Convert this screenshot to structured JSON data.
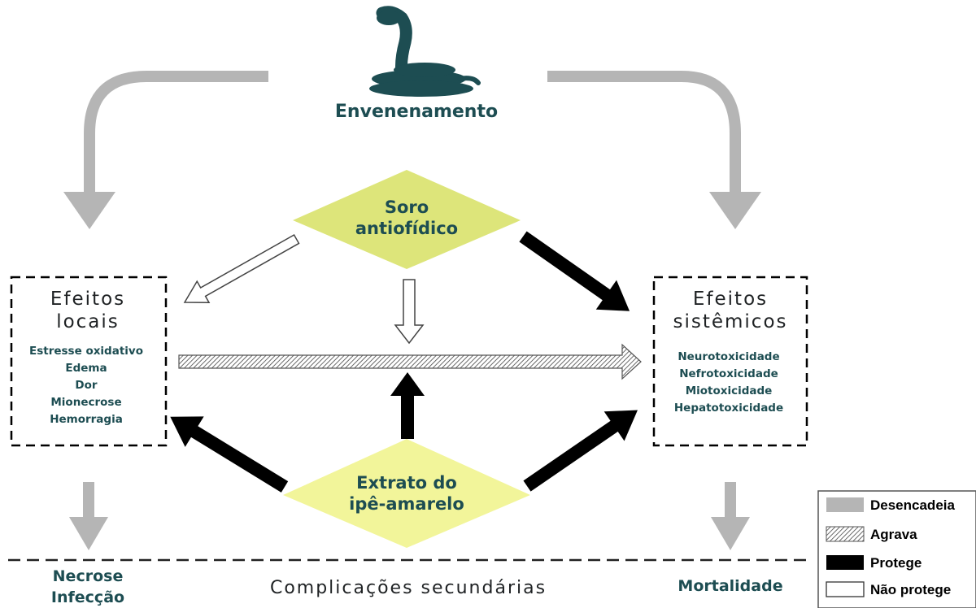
{
  "top": {
    "label": "Envenenamento"
  },
  "serum": {
    "line1": "Soro",
    "line2": "antiofídico"
  },
  "extract": {
    "line1": "Extrato do",
    "line2": "ipê-amarelo"
  },
  "local_box": {
    "title_line1": "Efeitos",
    "title_line2": "locais",
    "items": [
      "Estresse oxidativo",
      "Edema",
      "Dor",
      "Mionecrose",
      "Hemorragia"
    ]
  },
  "systemic_box": {
    "title_line1": "Efeitos",
    "title_line2": "sistêmicos",
    "items": [
      "Neurotoxicidade",
      "Nefrotoxicidade",
      "Miotoxicidade",
      "Hepatotoxicidade"
    ]
  },
  "bottom": {
    "left_line1": "Necrose",
    "left_line2": "Infecção",
    "center": "Complicações secundárias",
    "right": "Mortalidade"
  },
  "legend": {
    "items": [
      {
        "label": "Desencadeia",
        "style": "gray"
      },
      {
        "label": "Agrava",
        "style": "hatched"
      },
      {
        "label": "Protege",
        "style": "black"
      },
      {
        "label": "Não protege",
        "style": "white"
      }
    ]
  },
  "colors": {
    "teal": "#1d4d52",
    "gray_arrow": "#b5b5b5",
    "diamond_fill": "#dde57a",
    "black": "#000000"
  },
  "icons": {
    "top_icon": "snake-icon"
  }
}
